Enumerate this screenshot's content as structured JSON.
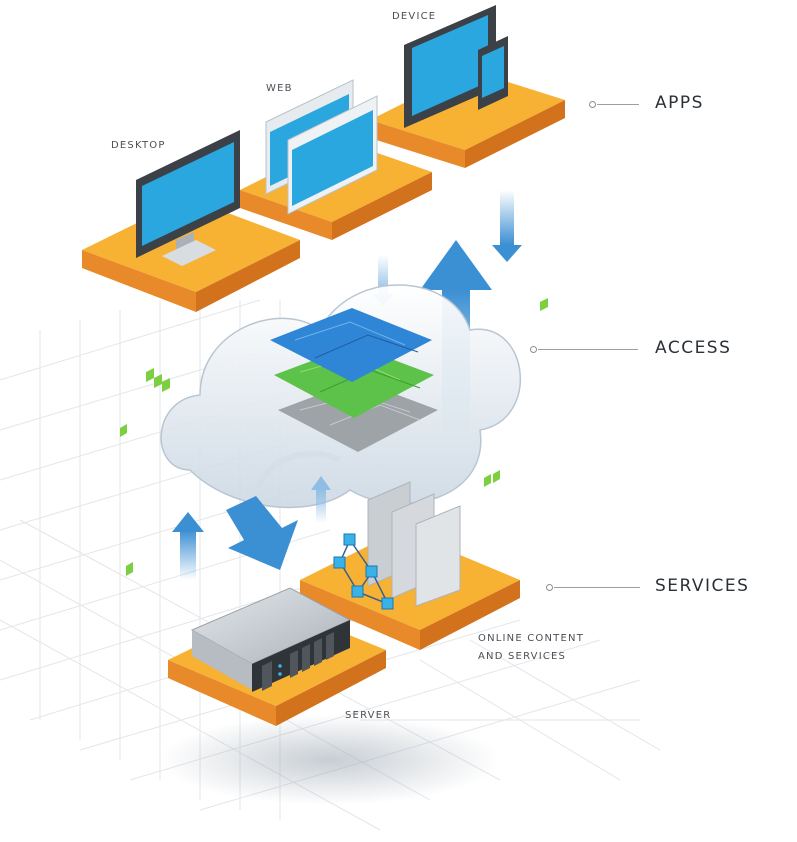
{
  "labels": {
    "device": "DEVICE",
    "web": "WEB",
    "desktop": "DESKTOP",
    "apps": "APPS",
    "access": "ACCESS",
    "services": "SERVICES",
    "online_line1": "ONLINE CONTENT",
    "online_line2": "AND SERVICES",
    "server": "SERVER"
  },
  "colors": {
    "platform_top": "#f7b233",
    "platform_side": "#e8892a",
    "screen": "#2aa7df",
    "arrow": "#3b8fd3",
    "map_blue": "#2f86d6",
    "map_green": "#5cc24a",
    "map_gray": "#9ea3a8",
    "accent_green": "#7ccf3f"
  }
}
